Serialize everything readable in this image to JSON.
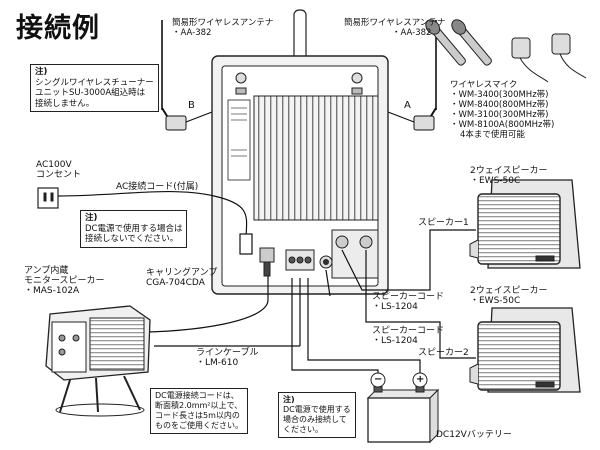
{
  "title": "接続例",
  "antenna_b": {
    "name": "簡易形ワイヤレスアンテナ",
    "model": "・AA-382",
    "port": "B"
  },
  "antenna_a": {
    "name": "簡易形ワイヤレスアンテナ",
    "model": "・AA-382",
    "port": "A"
  },
  "note_tuner": {
    "head": "注)",
    "lines": [
      "シングルワイヤレスチューナー",
      "ユニットSU-3000A組込時は",
      "接続しません。"
    ]
  },
  "wireless_mics": {
    "head": "ワイヤレスマイク",
    "lines": [
      "・WM-3400(300MHz帯)",
      "・WM-8400(800MHz帯)",
      "・WM-3100(300MHz帯)",
      "・WM-8100A(800MHz帯)"
    ],
    "note": "4本まで使用可能"
  },
  "ac_outlet": [
    "AC100V",
    "コンセント"
  ],
  "ac_cord": "AC接続コード(付属)",
  "note_dc": {
    "head": "注)",
    "lines": [
      "DC電源で使用する場合は",
      "接続しないでください。"
    ]
  },
  "monitor_speaker": [
    "アンプ内蔵",
    "モニタースピーカー",
    "・MAS-102A"
  ],
  "carrying_amp": [
    "キャリングアンプ",
    "CGA-704CDA"
  ],
  "speaker_top": [
    "2ウェイスピーカー",
    "・EWS-50C"
  ],
  "speaker_bottom": [
    "2ウェイスピーカー",
    "・EWS-50C"
  ],
  "speaker1_label": "スピーカー1",
  "speaker2_label": "スピーカー2",
  "speaker_cord_1": [
    "スピーカーコード",
    "・LS-1204"
  ],
  "speaker_cord_2": [
    "スピーカーコード",
    "・LS-1204"
  ],
  "line_cable": [
    "ラインケーブル",
    "・LM-610"
  ],
  "dc_cord_note": [
    "DC電源接続コードは、",
    "断面積2.0mm²以上で、",
    "コード長さは5m以内の",
    "ものをご使用ください。"
  ],
  "dc_note": {
    "head": "注)",
    "lines": [
      "DC電源で使用する",
      "場合のみ接続して",
      "ください。"
    ]
  },
  "battery": {
    "label": "DC12Vバッテリー",
    "minus": "−",
    "plus": "+"
  }
}
